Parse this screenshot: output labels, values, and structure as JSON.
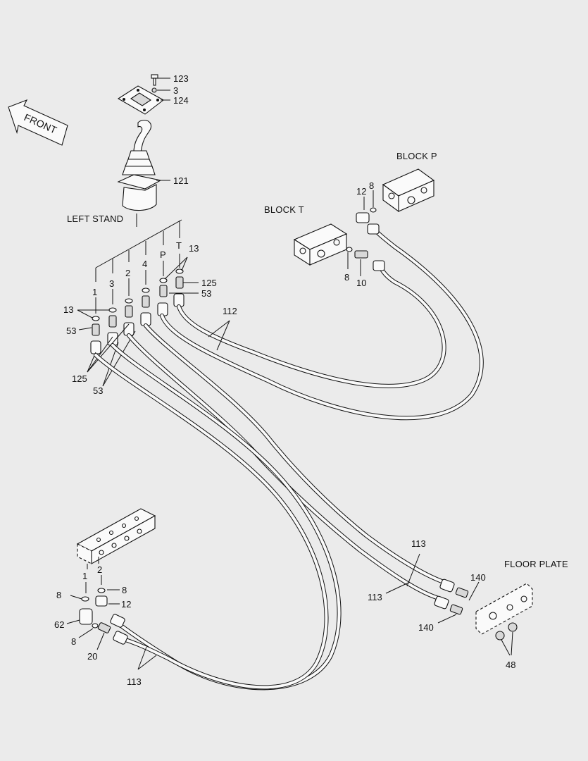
{
  "titles": {
    "left_stand": "LEFT STAND",
    "block_p": "BLOCK P",
    "block_t": "BLOCK T",
    "floor_plate": "FLOOR PLATE",
    "front": "FRONT"
  },
  "port_labels": {
    "p1": "1",
    "p3": "3",
    "p2": "2",
    "p4": "4",
    "pP": "P",
    "pT": "T",
    "bottom_1": "1",
    "bottom_2": "2"
  },
  "part_numbers": {
    "n123": "123",
    "n3": "3",
    "n124": "124",
    "n121": "121",
    "n13_top": "13",
    "n125_top": "125",
    "n53_top": "53",
    "n112": "112",
    "n13_left": "13",
    "n53_left": "53",
    "n125_bottom": "125",
    "n53_bottom": "53",
    "n12_p": "12",
    "n8_p": "8",
    "n8_t": "8",
    "n10_t": "10",
    "n113_right_upper": "113",
    "n113_right_lower": "113",
    "n140_upper": "140",
    "n140_lower": "140",
    "n48": "48",
    "n8_bl_right": "8",
    "n8_bl_left": "8",
    "n12_bl": "12",
    "n62": "62",
    "n8_bl_lower": "8",
    "n20": "20",
    "n113_bottom": "113"
  }
}
